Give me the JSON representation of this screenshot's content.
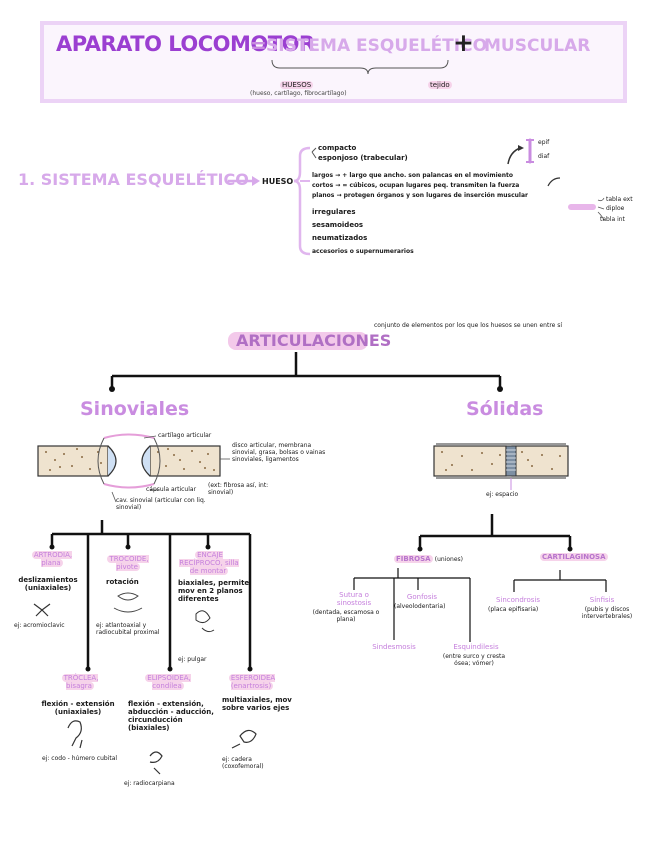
{
  "header": {
    "title_left": "APARATO LOCOMOTOR",
    "equals": "=",
    "title_mid": "SISTEMA ESQUELÉTICO",
    "plus": "+",
    "title_right": "MUSCULAR",
    "sub_left": "HUESOS",
    "sub_left_note": "(hueso, cartílago, fibrocartílago)",
    "sub_right": "tejido"
  },
  "skeletal": {
    "heading": "1. SISTEMA ESQUELÉTICO",
    "hueso": "HUESO",
    "items": [
      "compacto",
      "esponjoso (trabecular)",
      "largos → + largo que ancho. son palancas en el movimiento",
      "cortos → = cúbicos, ocupan lugares peq. transmiten la fuerza",
      "planos → protegen órganos y son lugares de inserción muscular",
      "irregulares",
      "sesamoideos",
      "neumatizados",
      "accesorios o supernumerarios"
    ],
    "epif": "epif",
    "diaf": "diaf",
    "tabla_ext": "tabla ext",
    "diploe": "diploe",
    "tabla_int": "tabla int"
  },
  "joints": {
    "title": "ARTICULACIONES",
    "definition": "conjunto de elementos por los que los huesos se unen entre sí",
    "sinoviales": {
      "title": "Sinoviales",
      "label_cartilago": "cartílago articular",
      "label_disco": "disco articular, membrana sinovial, grasa, bolsas o vainas sinoviales, ligamentos",
      "label_capsula": "cápsula articular",
      "label_capsula_note": "(ext: fibrosa así, int: sinovial)",
      "label_cavidad": "cav. sinovial (articular con liq. sinovial)",
      "types": [
        {
          "name": "ARTRODIA, plana",
          "desc": "deslizamientos (uniaxiales)",
          "example": "ej: acromioclavic"
        },
        {
          "name": "TROCOIDE, pivote",
          "desc": "rotación",
          "example": "ej: atlantoaxial y radiocubital proximal"
        },
        {
          "name": "ENCAJE RECÍPROCO, silla de montar",
          "desc": "biaxiales, permite mov en 2 planos diferentes",
          "example": "ej: pulgar"
        },
        {
          "name": "TRÓCLEA, bisagra",
          "desc": "flexión - extensión (uniaxiales)",
          "example": "ej: codo - húmero cubital"
        },
        {
          "name": "ELIPSOIDEA, condílea",
          "desc": "flexión - extensión, abducción - aducción, circunducción (biaxiales)",
          "example": "ej: radiocarpiana"
        },
        {
          "name": "ESFEROIDEA (enartrosis)",
          "desc": "multiaxiales, mov sobre varios ejes",
          "example": "ej: cadera (coxofemoral)"
        }
      ]
    },
    "solidas": {
      "title": "Sólidas",
      "example": "ej: espacio",
      "fibrosa": "FIBROSA",
      "fibrosa_note": "(uniones)",
      "cartilaginosa": "CARTILAGINOSA",
      "sutura": "Sutura o sinostosis",
      "sutura_note": "(dentada, escamosa o plana)",
      "gonfosis": "Gonfosis",
      "gonfosis_note": "(alveolodentaria)",
      "sindesmosis": "Sindesmosis",
      "esquindilesis": "Esquindilesis",
      "esquindilesis_note": "(entre surco y cresta ósea; vómer)",
      "sincondrosis": "Sincondrosis",
      "sincondrosis_note": "(placa epifisaria)",
      "sinfisis": "Sínfisis",
      "sinfisis_note": "(pubis y discos intervertebrales)"
    }
  }
}
